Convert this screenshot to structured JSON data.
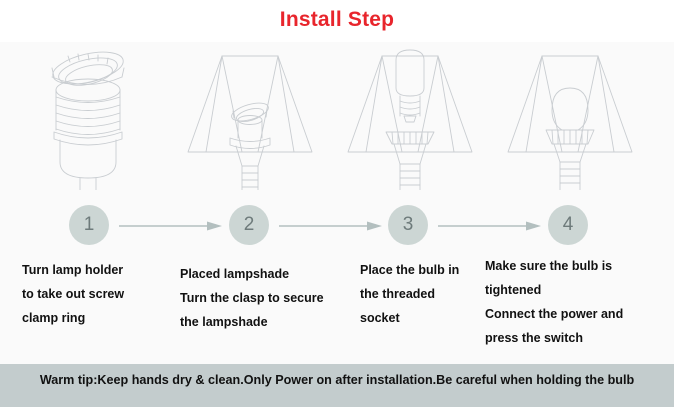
{
  "header": {
    "title": "Install Step",
    "title_color": "#e8252c"
  },
  "theme": {
    "page_background": "#ffffff",
    "panel_background": "#fafafa",
    "circle_fill": "#ccd6d4",
    "circle_text": "#6e7b7b",
    "arrow_color": "#b3bfbf",
    "line_art_color": "#c9cdd1",
    "banner_background": "#c3cccd",
    "banner_text": "#111111"
  },
  "steps": [
    {
      "number": "1",
      "illustration": "lamp-holder-with-screw-clamp-ring-removed",
      "caption_lines": [
        "Turn lamp holder",
        "to take out screw",
        " clamp ring"
      ]
    },
    {
      "number": "2",
      "illustration": "lampshade-placed-over-holder-with-clasp",
      "caption_lines": [
        "Placed lampshade",
        "Turn the clasp to secure",
        "the lampshade"
      ]
    },
    {
      "number": "3",
      "illustration": "bulb-inserted-into-threaded-socket",
      "caption_lines": [
        "Place the bulb in",
        "the threaded",
        "socket"
      ]
    },
    {
      "number": "4",
      "illustration": "bulb-installed-and-tightened",
      "caption_lines": [
        "Make sure the bulb is",
        "tightened",
        "Connect the power and",
        "press the switch"
      ]
    }
  ],
  "arrows": [
    {
      "name": "arrow-step-1-to-2"
    },
    {
      "name": "arrow-step-2-to-3"
    },
    {
      "name": "arrow-step-3-to-4"
    }
  ],
  "footer": {
    "warning": "Warm tip:Keep hands dry & clean.Only Power on after installation.Be careful when holding the bulb"
  }
}
